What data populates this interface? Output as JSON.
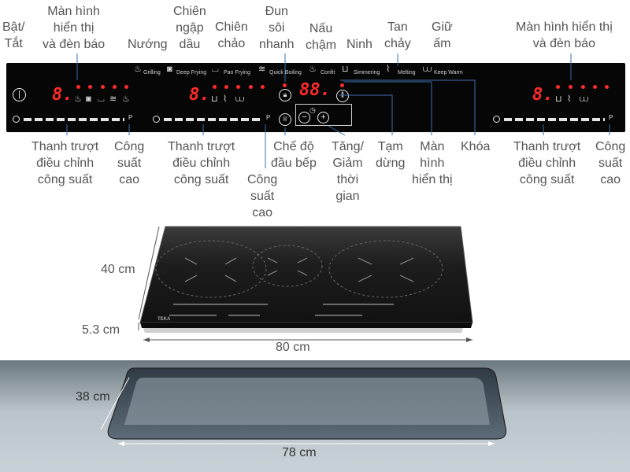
{
  "labels": {
    "power": "Bật/\nTắt",
    "display_left": "Màn hình\nhiển thị\nvà đèn báo",
    "grilling": "Nướng",
    "deep_frying": "Chiên\nngập\ndầu",
    "pan_frying": "Chiên\nchảo",
    "quick_boiling": "Đun\nsôi\nnhanh",
    "confit": "Nấu\nchậm",
    "simmering": "Ninh",
    "melting": "Tan\nchảy",
    "keep_warm": "Giữ\nấm",
    "display_right": "Màn hình hiển thị\nvà đèn báo",
    "slider_left": "Thanh trượt\nđiều chỉnh\ncông suất",
    "boost_left": "Công\nsuất\ncao",
    "slider_mid": "Thanh trượt\nđiều chỉnh\ncông suất",
    "boost_mid": "Công\nsuất\ncao",
    "chef_mode": "Chế độ\nđầu bếp",
    "timer": "Tăng/\nGiảm\nthời\ngian",
    "pause": "Tạm\ndừng",
    "display_mid": "Màn\nhình\nhiển thị",
    "lock": "Khóa",
    "slider_right": "Thanh trượt\nđiều chỉnh\ncông suất",
    "boost_right": "Công\nsuất\ncao"
  },
  "panel": {
    "modes": {
      "grilling": "Grilling",
      "deep_frying": "Deep Frying",
      "pan_frying": "Pan Frying",
      "quick_boiling": "Quick Boiling",
      "confit": "Confit",
      "simmering": "Simmering",
      "melting": "Melting",
      "keep_warm": "Keep Warm"
    },
    "digit_left": "8.",
    "digit_mid": "8.",
    "digit_timer": "88.",
    "digit_right": "8.",
    "boost_symbol": "P"
  },
  "product": {
    "brand": "TEKA"
  },
  "dimensions": {
    "depth": "40 cm",
    "height": "5.3 cm",
    "width": "80 cm",
    "cutout_depth": "38 cm",
    "cutout_width": "78 cm"
  },
  "colors": {
    "display_red": "#ff2a2a",
    "panel_black": "#060606",
    "label_gray": "#555555"
  }
}
